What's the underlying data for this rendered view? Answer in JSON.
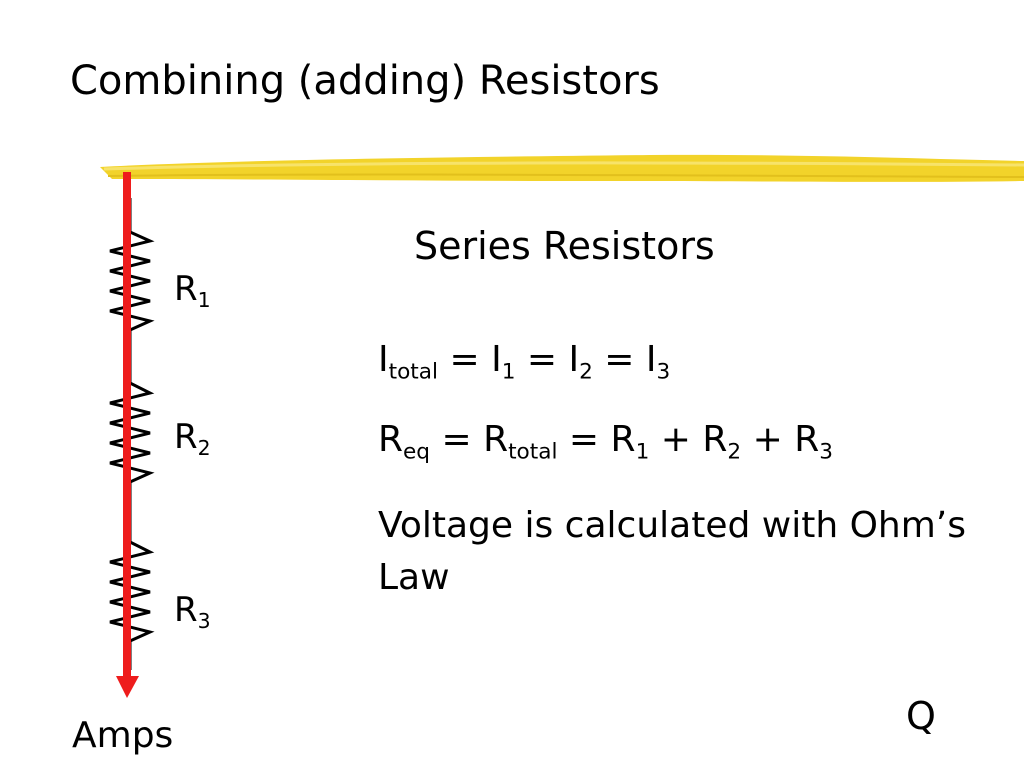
{
  "slide": {
    "title": "Combining (adding) Resistors",
    "subtitle": "Series Resistors",
    "accent_color": "#f2d32a",
    "arrow_color": "#ee1c1c"
  },
  "resistors": [
    {
      "symbol": "R",
      "index": "1"
    },
    {
      "symbol": "R",
      "index": "2"
    },
    {
      "symbol": "R",
      "index": "3"
    }
  ],
  "equations": {
    "current": {
      "p1": "I",
      "s1": "total",
      "p2": " = I",
      "s2": "1",
      "p3": " = I",
      "s3": "2",
      "p4": " = I",
      "s4": "3"
    },
    "resistance": {
      "p1": "R",
      "s1": "eq",
      "p2": " = R",
      "s2": "total",
      "p3": " = R",
      "s3": "1",
      "p4": " + R",
      "s4": "2",
      "p5": " + R",
      "s5": "3"
    }
  },
  "note": "Voltage is calculated with Ohm’s Law",
  "arrow_label": "Amps",
  "corner_label": "Q"
}
